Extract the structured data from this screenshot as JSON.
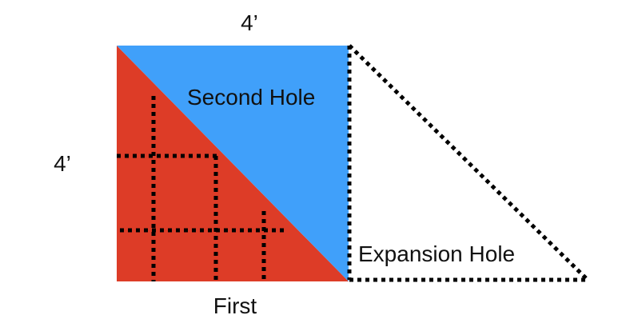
{
  "labels": {
    "top_dimension": "4’",
    "side_dimension": "4’",
    "second_hole": "Second Hole",
    "expansion_hole": "Expansion Hole",
    "first": "First"
  },
  "colors": {
    "first_region": "#DD3C27",
    "second_region": "#40A0FA",
    "dotted_lines": "#000000",
    "background": "#FFFFFF"
  }
}
